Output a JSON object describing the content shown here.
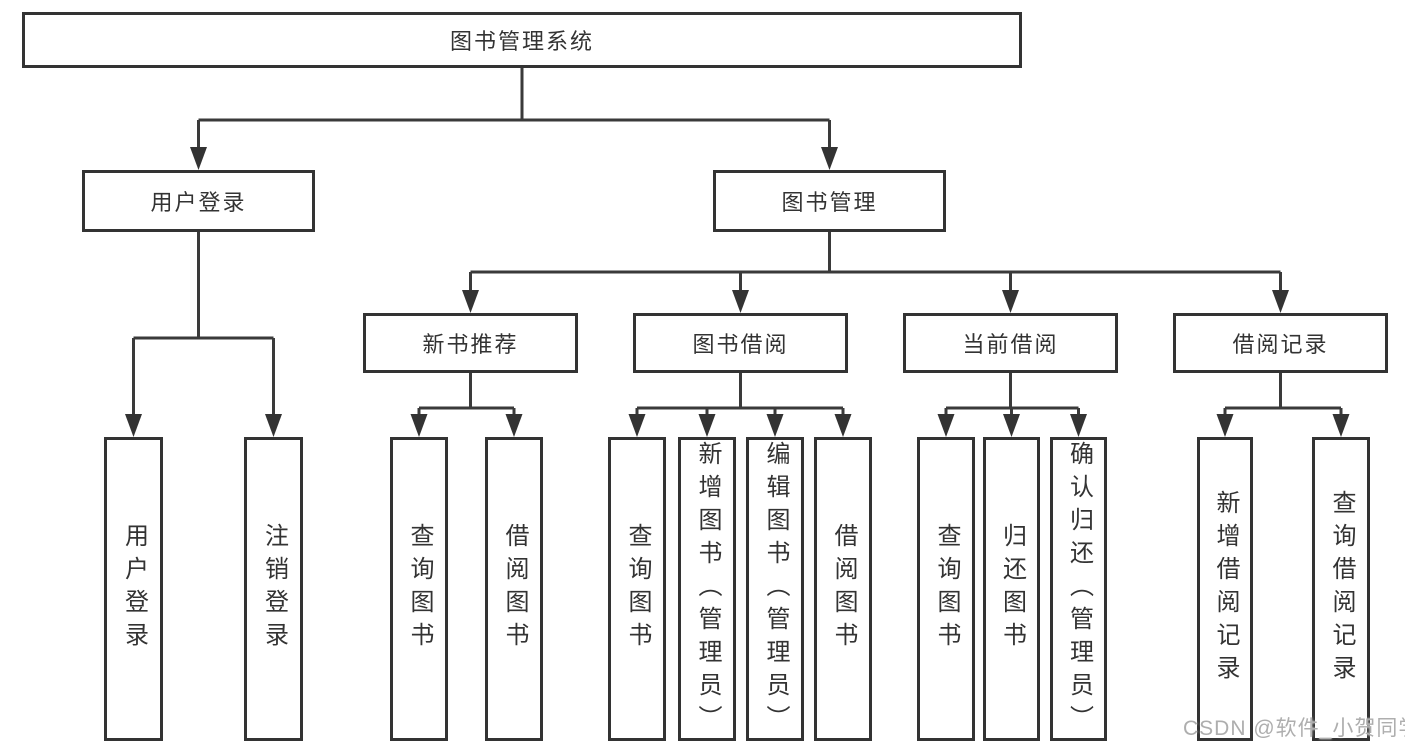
{
  "tree": {
    "root": "图书管理系统",
    "branches": [
      {
        "label": "用户登录",
        "leaves": [
          "用户登录",
          "注销登录"
        ]
      },
      {
        "label": "图书管理",
        "sub": [
          {
            "label": "新书推荐",
            "leaves": [
              "查询图书",
              "借阅图书"
            ]
          },
          {
            "label": "图书借阅",
            "leaves": [
              "查询图书",
              "新增图书（管理员）",
              "编辑图书（管理员）",
              "借阅图书"
            ]
          },
          {
            "label": "当前借阅",
            "leaves": [
              "查询图书",
              "归还图书",
              "确认归还（管理员）"
            ]
          },
          {
            "label": "借阅记录",
            "leaves": [
              "新增借阅记录",
              "查询借阅记录"
            ]
          }
        ]
      }
    ]
  },
  "watermark": "CSDN @软件_小贺同学",
  "colors": {
    "line": "#3a3a3a",
    "border": "#333333",
    "text": "#333333",
    "background": "#ffffff",
    "watermark": "#aeaeae"
  }
}
